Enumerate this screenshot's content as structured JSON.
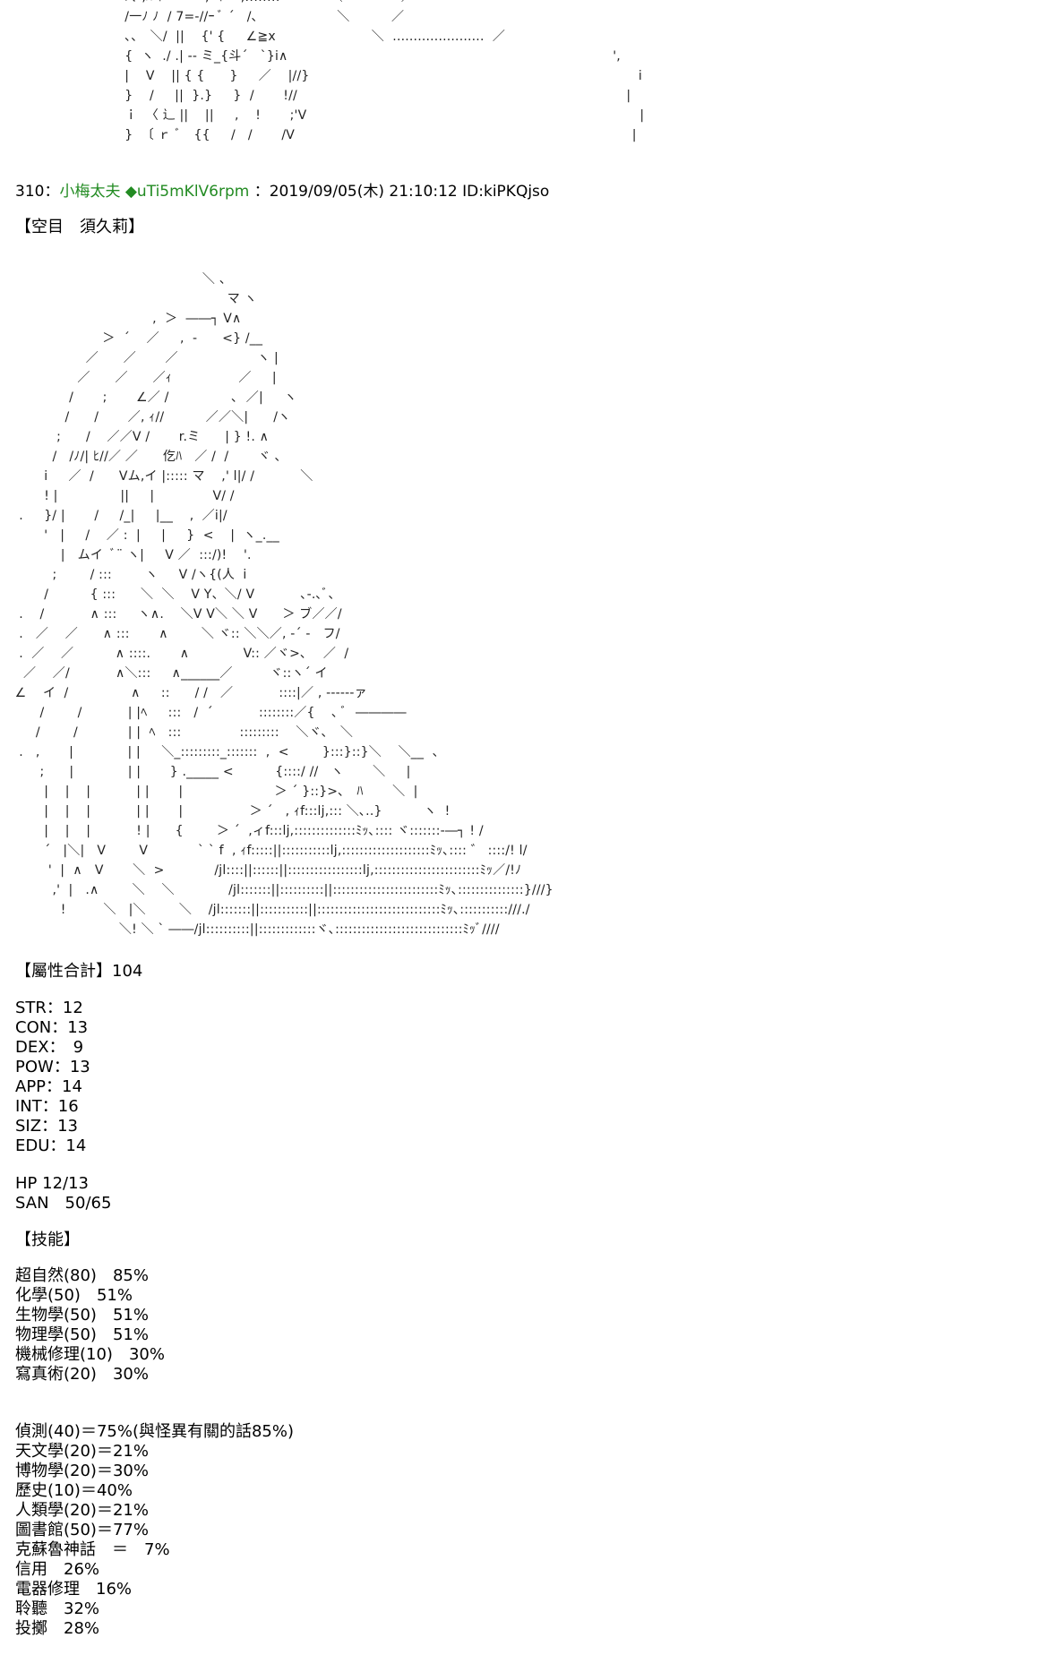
{
  "ascii_art_top": [
    "  ﾉ､ ,ﾊ ｲ   ﾞ '    ,  ｲ    ,::::::::            ＼              ／",
    "  /一ﾉ ﾉ  / 7=-//ｰ ﾞ ´   /､                   ＼          ／",
    "  ､､   ＼/  ||    {' {     ∠≧x                       ＼  ......................  ／",
    "  {  ヽ  ./ .| -- ミ_{斗´   `}i∧                                                                              ',",
    "  |    V    || { {      }     ／    |//}                                                                               i",
    "  }    /     ||  }.}     }  /       !//                                                                               |",
    "  ｉ  〈 辶 ||    ||     ,    !       ;'V                                                                                |",
    "  }  〔 ｒ ﾞ   {{     /   /       /V                                                                                 |"
  ],
  "post": {
    "number": "310",
    "separator": "：",
    "name": "小梅太夫",
    "trip": "◆uTi5mKlV6rpm",
    "date_separator": "：",
    "date": "2019/09/05(木) 21:10:12",
    "id": "ID:kiPKQjso"
  },
  "character_header": "【空目　須久莉】",
  "ascii_art_main": [
    "                                              ＼ 、",
    "                                                    マ ヽ",
    "                                  ,  ＞  ――┐ V∧",
    "                      ＞  ´    ／     ,  -      <} /__",
    "                  ／      ／       ／                   ヽ |",
    "                ／      ／      ／ｨ                ／     |",
    "              /       ;       ∠／ /               ､  ／|     ヽ",
    "             /      /       ／, ｨ//          ／／＼|      /ヽ",
    "           ;      /    ／／V /       r.ミ      | } !. ∧",
    "          /   /ﾉ/| ﾋ//／ ／      仡ﾊ   ／ /  /       ヾ ､",
    "        i     ／  /      Vム,イ |::::: マ    ,' l|/ /           ＼",
    "        ! |               ||     |              V/ /",
    "  .     }/ |       /     /_|     |__    ,  ／i|/",
    "        '   |     /    ／ :  |     |     }  <    |  ヽ_.__",
    "            |   ムイ  ﾞ¨ ヽ|     V ／  :::/)!    '.",
    "          ;        / :::        ヽ     V /ヽ{(人  i",
    "        /          { :::      ＼  ＼    V Y、＼/ V           ､-.､ﾞ､",
    "  .    /           ∧ :::     ヽ∧.    ＼V V＼ ＼ V      ＞ ブ／／/",
    "  .   ／    ／      ∧ :::       ∧        ＼ ヾ:: ＼＼／, -´ -   フ/",
    "  .  ／    ／          ∧ ::::.       ∧             V:: ／ヾ>､    ／  /",
    "   ／    ／/           ∧＼:::     ∧______／         ヾ::ヽ´ イ",
    " ∠    イ  /               ∧     ::      / /   ／           ::::|／ , ------ァ",
    "       /        /           | |ﾍ     :::   /  ´           ::::::::／{    ､ ﾞ  ――――",
    "      /        /            | |  ﾍ   :::              :::::::::    ＼ヾ､   ＼",
    "  .   ,       |             | |     ＼_:::::::::_:::::::  ,  <        }:::}::}＼    ＼__  、",
    "       ;      |             | |       } ._____ <          {::::/ //   ヽ       ＼     |",
    "        |    |    |           | |       |                      ＞ ´ }::}>､   ﾊ       ＼  |",
    "        |    |    |           | |       |                ＞ ´   , ｨf:::lj,::: ＼､..}          ヽ  !",
    "        |    |    |           ! |      {        ＞ ´  ,ィf:::lj,::::::::::::::ﾐｯ､:::: ヾ:::::::-―┐ ! /",
    "        ´   |＼|   V        V            ` ` f  , ｨf:::::||:::::::::::lj,::::::::::::::::::::ﾐｯ､:::: ゛ ::::/! l/",
    "         '  |  ∧   V       ＼  >            /jl::::||::::::||:::::::::::::::::lj,::::::::::::::::::::::::ﾐｯ／/!ﾉ",
    "          ,'  |   .∧        ＼    ＼             /jl:::::::||::::::::::||::::::::::::::::::::::::ﾐｯ､:::::::::::::::}///}",
    "            !         ＼   |＼        ＼    /jl:::::::||:::::::::::||::::::::::::::::::::::::::::ﾐｯ､:::::::::::///./",
    "                          ＼! ＼ ` ――/jl::::::::::||:::::::::::::ヾ､:::::::::::::::::::::::::::::ﾐｯﾞ////"
  ],
  "attribute_total": "【屬性合計】104",
  "stats": [
    "STR：12",
    "CON：13",
    "DEX：　9",
    "POW：13",
    "APP：14",
    "INT：16",
    "SIZ：13",
    "EDU：14"
  ],
  "vitals": [
    "HP 12/13",
    "SAN　50/65"
  ],
  "skills_header": "【技能】",
  "skills_primary": [
    "超自然(80)　85%",
    "化學(50)　51%",
    "生物學(50)　51%",
    "物理學(50)　51%",
    "機械修理(10)　30%",
    "寫真術(20)　30%"
  ],
  "skills_secondary": [
    "偵測(40)＝75%(與怪異有關的話85%)",
    "天文學(20)＝21%",
    "博物學(20)＝30%",
    "歷史(10)＝40%",
    "人類學(20)＝21%",
    "圖書館(50)＝77%",
    "克蘇魯神話　＝　7%",
    "信用　26%",
    "電器修理　16%",
    "聆聽　32%",
    "投擲　28%"
  ],
  "colors": {
    "name": "#228b22",
    "trip": "#228b22",
    "text": "#000000",
    "background": "#ffffff"
  }
}
